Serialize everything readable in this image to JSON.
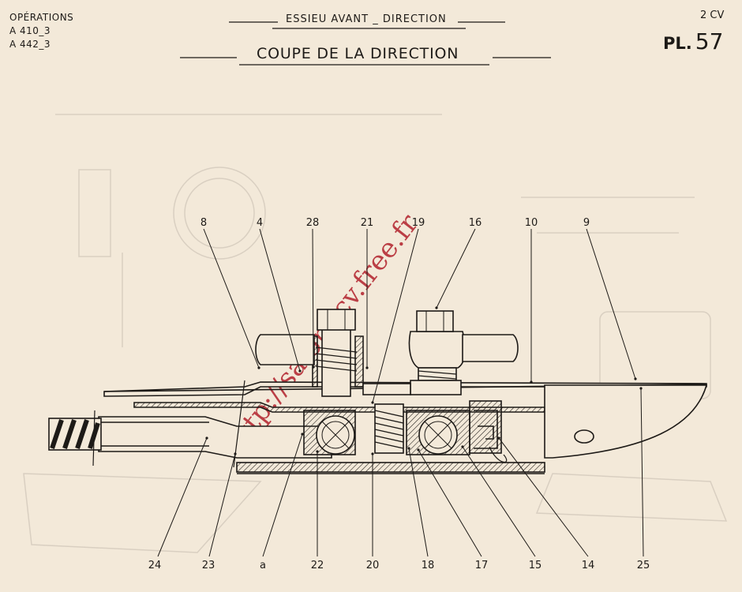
{
  "header": {
    "operations": [
      "OPÉRATIONS",
      "A 410_3",
      "A 442_3"
    ],
    "section": "ESSIEU AVANT _ DIRECTION",
    "title": "COUPE DE LA DIRECTION",
    "model": "2 CV",
    "plate_prefix": "PL.",
    "plate_number": "57"
  },
  "watermark": "http://salon2cv.free.fr",
  "callouts": {
    "top": [
      "8",
      "4",
      "28",
      "21",
      "19",
      "16",
      "10",
      "9"
    ],
    "bottom": [
      "24",
      "23",
      "a",
      "22",
      "20",
      "18",
      "17",
      "15",
      "14",
      "25"
    ]
  },
  "colors": {
    "paper": "#f3e9d9",
    "ink": "#1d1a17",
    "watermark": "#b0202a",
    "ghost": "#d8cfc2"
  }
}
